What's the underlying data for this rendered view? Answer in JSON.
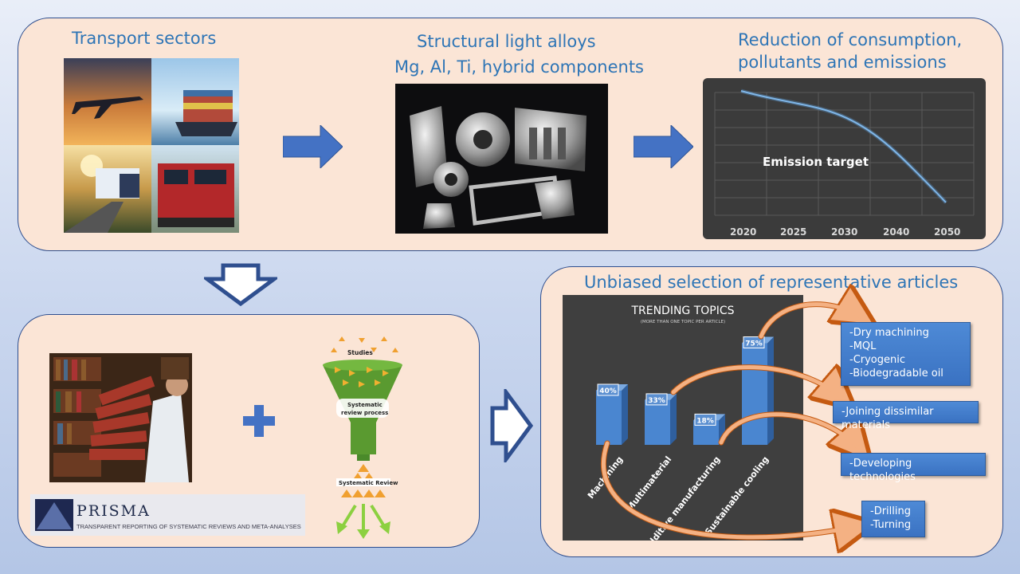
{
  "top": {
    "transport_title": "Transport sectors",
    "alloys_title_line1": "Structural light alloys",
    "alloys_title_line2": "Mg, Al, Ti, hybrid components",
    "reduction_title_line1": "Reduction of consumption,",
    "reduction_title_line2": "pollutants and emissions"
  },
  "emission_chart": {
    "label": "Emission target",
    "years": [
      "2020",
      "2025",
      "2030",
      "2040",
      "2050"
    ]
  },
  "bottom_left": {
    "studies_label": "Studies",
    "funnel_label_line1": "Systematic",
    "funnel_label_line2": "review process",
    "review_label": "Systematic Review",
    "prisma_name": "PRISMA",
    "prisma_tagline": "TRANSPARENT REPORTING OF SYSTEMATIC REVIEWS AND META-ANALYSES"
  },
  "selection_title": "Unbiased selection of representative articles",
  "chart_data": {
    "type": "bar",
    "title": "TRENDING TOPICS",
    "subtitle": "(MORE THAN ONE TOPIC PER ARTICLE)",
    "categories": [
      "Machining",
      "Multimaterial",
      "Additive manufacturing",
      "Sustainable cooling"
    ],
    "values": [
      40,
      33,
      18,
      75
    ],
    "value_labels": [
      "40%",
      "33%",
      "18%",
      "75%"
    ],
    "ylim": [
      0,
      100
    ],
    "bar_color": "#4a86d0"
  },
  "topic_boxes": {
    "sustainable": [
      "-Dry machining",
      "-MQL",
      "-Cryogenic",
      "-Biodegradable oil"
    ],
    "multimaterial": [
      "-Joining dissimilar materials"
    ],
    "additive": [
      "-Developing technologies"
    ],
    "machining": [
      "-Drilling",
      "-Turning"
    ]
  },
  "colors": {
    "accent_blue": "#4472c4",
    "title_blue": "#2e75b6",
    "panel": "#fbe5d6",
    "arrow_orange": "#f4b183"
  }
}
